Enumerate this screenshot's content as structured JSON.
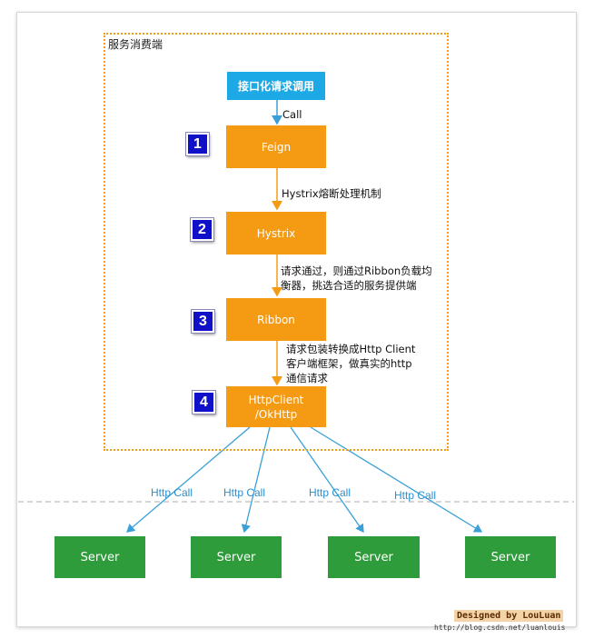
{
  "consumer": {
    "label": "服务消费端"
  },
  "nodes": {
    "interface_call": "接口化请求调用",
    "feign": "Feign",
    "hystrix": "Hystrix",
    "ribbon": "Ribbon",
    "httpclient_line1": "HttpClient",
    "httpclient_line2": "/OkHttp"
  },
  "steps": [
    "1",
    "2",
    "3",
    "4"
  ],
  "edges": {
    "call": "Call",
    "hystrix": "Hystrix熔断处理机制",
    "ribbon_line1": "请求通过，则通过Ribbon负载均",
    "ribbon_line2": "衡器，挑选合适的服务提供端",
    "httpclient_line1": "请求包装转换成Http Client",
    "httpclient_line2": "客户端框架，做真实的http",
    "httpclient_line3": "通信请求"
  },
  "http_calls": [
    "Http Call",
    "Http Call",
    "Http Call",
    "Http Call"
  ],
  "servers": [
    "Server",
    "Server",
    "Server",
    "Server"
  ],
  "credit": "Designed by LouLuan",
  "url": "http://blog.csdn.net/luanlouis",
  "colors": {
    "blue_node": "#1ca9e6",
    "orange_node": "#f59a13",
    "green_node": "#2e9c3a",
    "badge": "#1010c8",
    "arrow": "#3aa0d8",
    "dotted_border": "#f39c12"
  }
}
